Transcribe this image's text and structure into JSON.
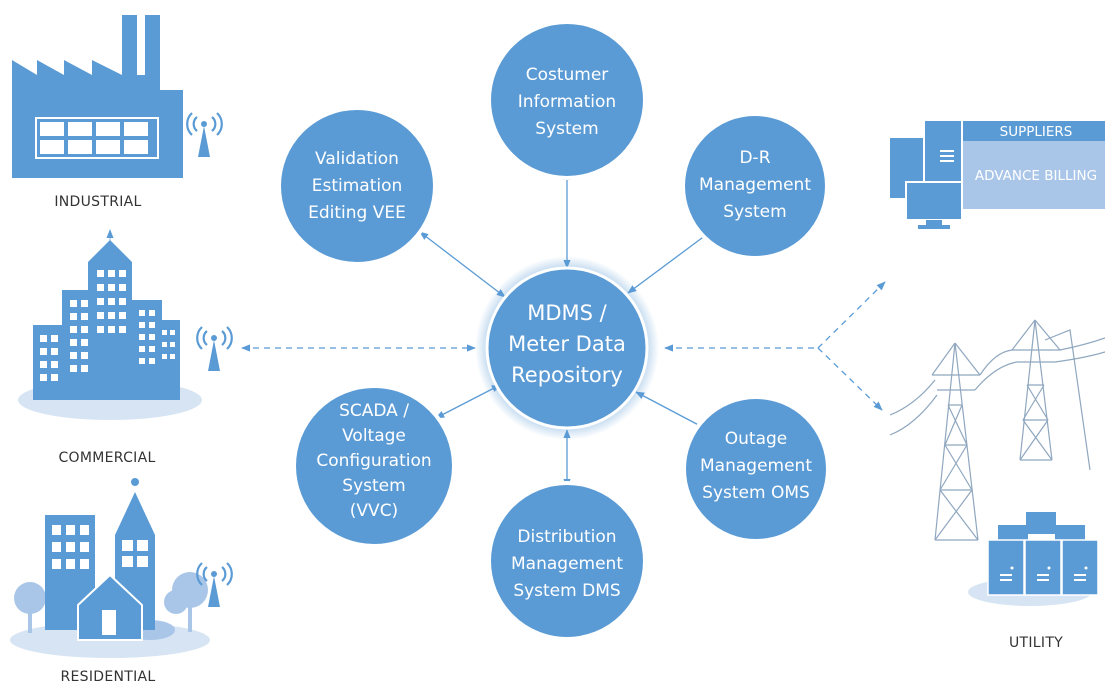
{
  "colors": {
    "node": "#5B9BD5",
    "center": "#5B9BD5",
    "icon": "#5B9BD5",
    "icon_light": "#A9C6E8",
    "ground": "#D6E4F3",
    "arrow": "#5B9BD5",
    "caption": "#333333"
  },
  "center": {
    "lines": [
      "MDMS /",
      "Meter Data",
      "Repository"
    ]
  },
  "nodes": [
    {
      "id": "cis",
      "lines": [
        "Costumer",
        "Information",
        "System"
      ]
    },
    {
      "id": "dr",
      "lines": [
        "D-R",
        "Management",
        "System"
      ]
    },
    {
      "id": "oms",
      "lines": [
        "Outage",
        "Management",
        "System OMS"
      ]
    },
    {
      "id": "dms",
      "lines": [
        "Distribution",
        "Management",
        "System DMS"
      ]
    },
    {
      "id": "scada",
      "lines": [
        "SCADA /",
        "Voltage",
        "Configuration",
        "System",
        "(VVC)"
      ]
    },
    {
      "id": "vee",
      "lines": [
        "Validation",
        "Estimation",
        "Editing VEE"
      ]
    }
  ],
  "sites": {
    "industrial": "INDUSTRIAL",
    "commercial": "COMMERCIAL",
    "residential": "RESIDENTIAL",
    "utility": "UTILITY"
  },
  "suppliers": {
    "header": "SUPPLIERS",
    "billing": "ADVANCE BILLING"
  }
}
